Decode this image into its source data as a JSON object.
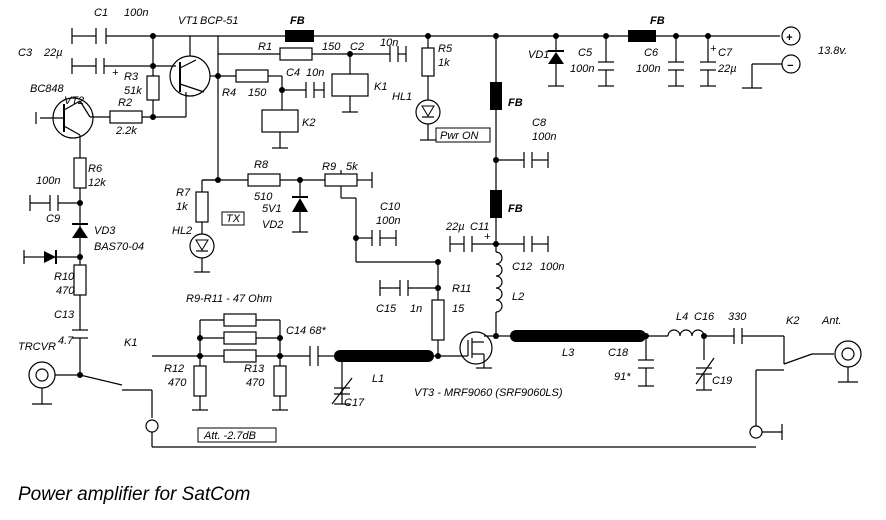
{
  "title": "Power amplifier for SatCom",
  "labels": {
    "C1": "C1",
    "C1v": "100n",
    "VT1": "VT1",
    "VT1t": "BCP-51",
    "FB1": "FB",
    "FB2": "FB",
    "FB3": "FB",
    "FB4": "FB",
    "C3": "C3",
    "C3v": "22µ",
    "R1": "R1",
    "R1v": "150",
    "C2": "C2",
    "C2v": "10n",
    "R5": "R5",
    "R5v": "1k",
    "VD1": "VD1",
    "C5": "C5",
    "C5v": "100n",
    "C6": "C6",
    "C6v": "100n",
    "C7": "C7",
    "C7v": "22µ",
    "vin": "13.8v.",
    "BC848": "BC848",
    "VT2": "VT2",
    "R3": "R3",
    "R3v": "51k",
    "R2": "R2",
    "R2v": "2.2k",
    "C4": "C4",
    "C4v": "10n",
    "R4": "R4",
    "R4v": "150",
    "K1coil": "K1",
    "K2coil": "K2",
    "HL1": "HL1",
    "pwr": "Pwr ON",
    "C8": "C8",
    "C8v": "100n",
    "R6": "R6",
    "R6v": "12k",
    "C9v": "100n",
    "C9": "C9",
    "VD3": "VD3",
    "VD3t": "BAS70-04",
    "R8": "R8",
    "R8v": "510",
    "R9": "R9",
    "R9v": "5k",
    "R7": "R7",
    "R7v": "1k",
    "VD2v": "5V1",
    "VD2": "VD2",
    "C10": "C10",
    "C10v": "100n",
    "HL2": "HL2",
    "tx": "TX",
    "C11v": "22µ",
    "C11": "C11",
    "C12": "C12",
    "C12v": "100n",
    "R10": "R10",
    "R10v": "470",
    "note": "R9-R11 - 47 Ohm",
    "L2": "L2",
    "C15": "C15",
    "C15n": "1n",
    "R11": "R11",
    "R11v": "15",
    "C13": "C13",
    "C13v": "4.7",
    "TRCVR": "TRCVR",
    "K1": "K1",
    "C14": "C14 68*",
    "L4": "L4",
    "C16": "C16",
    "C16v": "330",
    "K2": "K2",
    "ant": "Ant.",
    "R12": "R12",
    "R12v": "470",
    "R13": "R13",
    "R13v": "470",
    "L1": "L1",
    "L3": "L3",
    "C18": "C18",
    "C18v": "91*",
    "C19": "C19",
    "C17": "C17",
    "VT3": "VT3 - MRF9060 (SRF9060LS)",
    "att": "Att. -2.7dB"
  }
}
